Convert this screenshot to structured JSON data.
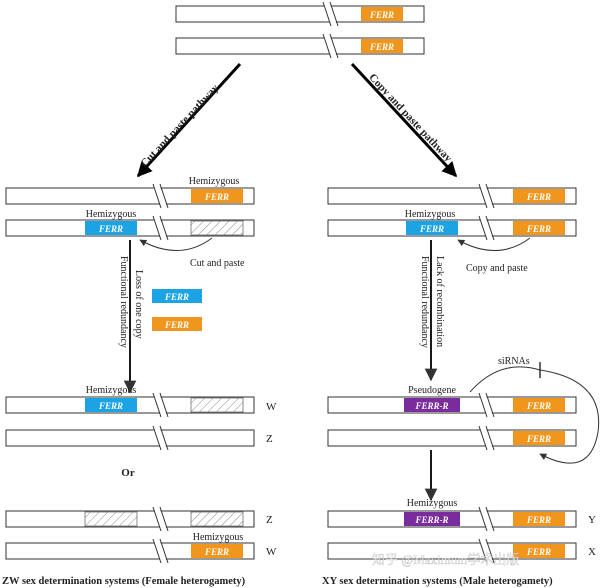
{
  "top": {
    "gene_label": "FERR"
  },
  "left": {
    "pathway_label": "Cut and paste pathway",
    "hemizygous_top": "Hemizygous",
    "hemizygous_mid": "Hemizygous",
    "gene_blue": "FERR",
    "gene_orange": "FERR",
    "cut_paste": "Cut and paste",
    "functional_redundancy": "Functional redundancy",
    "loss_of_one_copy": "Loss of one copy",
    "legend_blue": "FERR",
    "legend_orange": "FERR",
    "hemizygous_w": "Hemizygous",
    "w_gene": "FERR",
    "label_w": "W",
    "label_z": "Z",
    "or_label": "Or",
    "label_z2": "Z",
    "hemizygous_bottom": "Hemizygous",
    "w2_gene": "FERR",
    "label_w2": "W",
    "caption": "ZW sex determination systems (Female heterogamety)"
  },
  "right": {
    "pathway_label": "Copy and paste pathway",
    "gene_orange": "FERR",
    "hemizygous_mid": "Hemizygous",
    "gene_blue": "FERR",
    "gene_orange2": "FERR",
    "copy_paste": "Copy and paste",
    "functional_redundancy": "Functional redundancy",
    "lack_recombination": "Lack of recombination",
    "sirnas": "siRNAs",
    "pseudogene": "Pseudogene",
    "ferr_r": "FERR-R",
    "gene_orange3": "FERR",
    "gene_orange4": "FERR",
    "hemizygous_y": "Hemizygous",
    "ferr_r2": "FERR-R",
    "gene_orange5": "FERR",
    "label_y": "Y",
    "gene_orange6": "FERR",
    "label_x": "X",
    "caption": "XY sex determination systems (Male heterogamety)"
  },
  "watermark": "知乎 @Maximum学术出版",
  "colors": {
    "orange": "#f0961c",
    "blue": "#1ba3e3",
    "purple": "#7a2b9c",
    "line": "#333333",
    "hatch": "#888888"
  }
}
